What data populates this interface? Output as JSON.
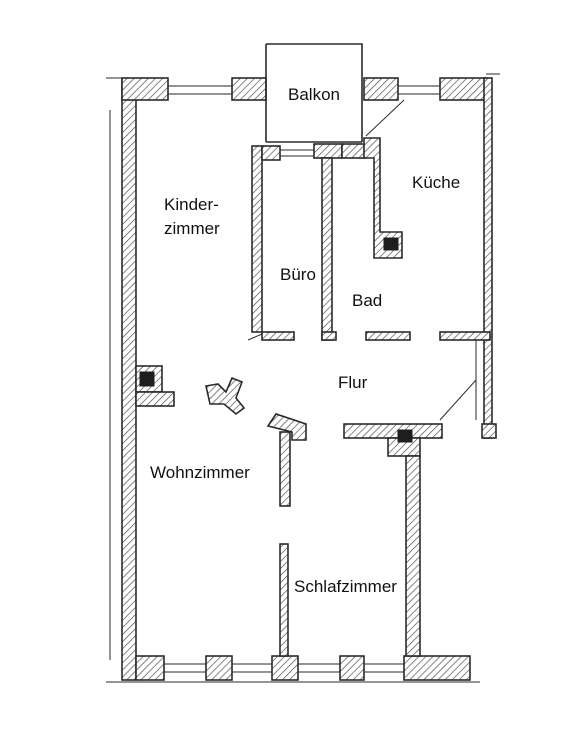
{
  "rooms": {
    "balkon": "Balkon",
    "kinderzimmer_line1": "Kinder-",
    "kinderzimmer_line2": "zimmer",
    "kueche": "Küche",
    "buero": "Büro",
    "bad": "Bad",
    "flur": "Flur",
    "wohnzimmer": "Wohnzimmer",
    "schlafzimmer": "Schlafzimmer"
  }
}
